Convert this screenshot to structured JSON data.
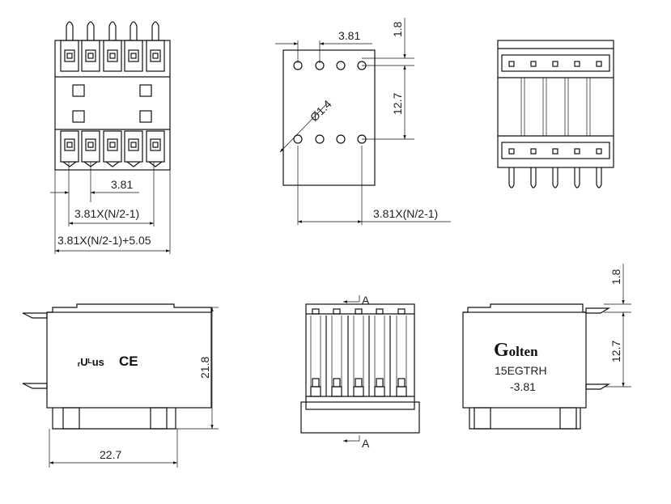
{
  "dims": {
    "top_pitch": "3.81",
    "top_n": "3.81X(N/2-1)",
    "top_total": "3.81X(N/2-1)+5.05",
    "pcb_pitch": "3.81",
    "pcb_pin_offset": "1.8",
    "pcb_row_gap": "12.7",
    "pcb_hole": "Ø1.4",
    "pcb_n": "3.81X(N/2-1)",
    "front_height": "21.8",
    "front_width": "22.7",
    "side_pin_offset": "1.8",
    "side_row_gap": "12.7"
  },
  "section_labels": {
    "top": "A",
    "bottom": "A"
  },
  "label": {
    "brand": "Golten",
    "model": "15EGTRH",
    "pitch": "-3.81"
  },
  "marks": {
    "ul": "ᵣUᴸus",
    "ce": "CE"
  }
}
